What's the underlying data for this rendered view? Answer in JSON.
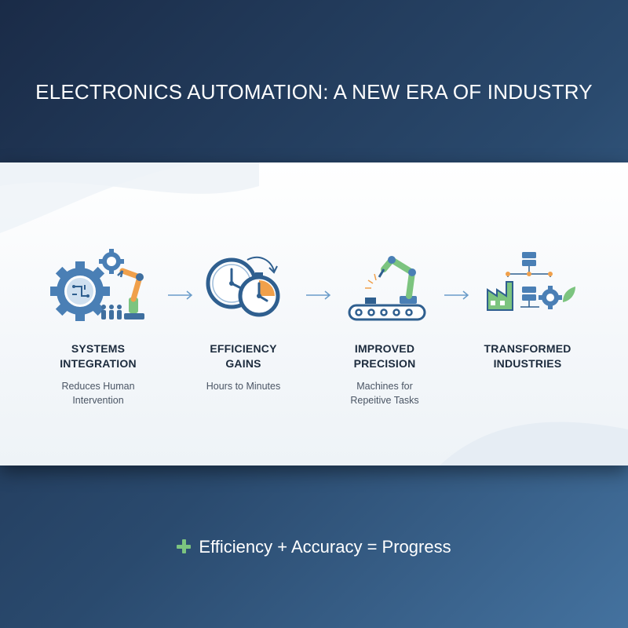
{
  "title": "ELECTRONICS AUTOMATION: A NEW ERA OF INDUSTRY",
  "steps": [
    {
      "label": "SYSTEMS\nINTEGRATION",
      "sub": "Reduces Human\nIntervention",
      "icon": "gears-robot-arm-icon"
    },
    {
      "label": "EFFICIENCY\nGAINS",
      "sub": "Hours to Minutes",
      "icon": "clock-stopwatch-icon"
    },
    {
      "label": "IMPROVED\nPRECISION",
      "sub": "Machines for\nRepeitive Tasks",
      "icon": "robot-conveyor-icon"
    },
    {
      "label": "TRANSFORMED\nINDUSTRIES",
      "sub": "",
      "icon": "factory-network-icon"
    }
  ],
  "footer": "Efficiency + Accuracy = Progress",
  "colors": {
    "background_dark": "#1a2b47",
    "background_light": "#44729f",
    "icon_blue": "#4a7fb5",
    "accent_orange": "#f0a04b",
    "accent_green": "#7cc47f",
    "arrow": "#6a9cc9"
  }
}
